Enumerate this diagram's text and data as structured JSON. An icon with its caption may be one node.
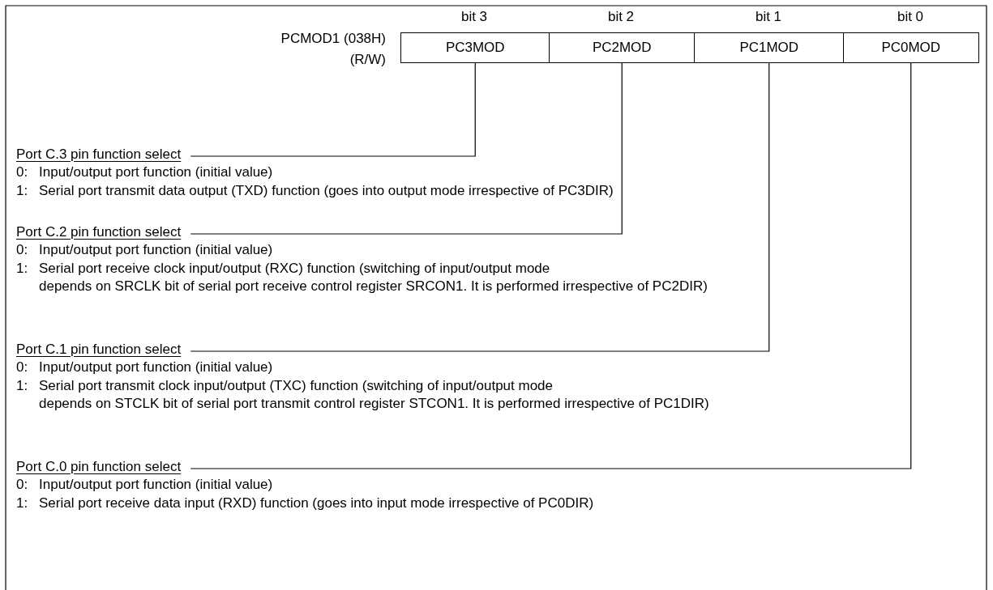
{
  "diagram": {
    "nodes": [
      {
        "text": [
          "PC3MOD"
        ]
      },
      {
        "text": [
          "PC2MOD"
        ]
      },
      {
        "text": [
          "PC1MOD"
        ]
      },
      {
        "text": [
          "PC0MOD"
        ]
      },
      {
        "text": [
          "Port C.3 pin function select"
        ]
      },
      {
        "text": [
          "Port C.2 pin function select"
        ]
      },
      {
        "text": [
          "Port C.1 pin function select"
        ]
      },
      {
        "text": [
          "Port C.0 pin function select"
        ]
      }
    ],
    "edges": [
      {
        "from": 0,
        "to": 4,
        "arrow": "none"
      },
      {
        "from": 1,
        "to": 5,
        "arrow": "none"
      },
      {
        "from": 2,
        "to": 6,
        "arrow": "none"
      },
      {
        "from": 3,
        "to": 7,
        "arrow": "none"
      }
    ],
    "labels": [
      "bit 3",
      "bit 2",
      "bit 1",
      "bit 0",
      "PCMOD1 (038H)",
      "(R/W)",
      "0:",
      "Input/output port function (initial value)",
      "1:",
      "Serial port transmit data output (TXD) function (goes into output mode irrespective of PC3DIR)",
      "0:",
      "Input/output port function (initial value)",
      "1:",
      "Serial port receive clock input/output (RXC) function (switching of input/output mode depends on SRCLK bit of serial port receive control register SRCON1. It is performed irrespective of PC2DIR)",
      "0:",
      "Input/output port function (initial value)",
      "1:",
      "Serial port transmit clock input/output (TXC) function (switching of input/output mode depends on STCLK bit of serial port transmit control register STCON1. It is performed irrespective of PC1DIR)",
      "0:",
      "Input/output port function (initial value)",
      "1:",
      "Serial port receive data input (RXD) function (goes into input mode irrespective of PC0DIR)"
    ]
  }
}
